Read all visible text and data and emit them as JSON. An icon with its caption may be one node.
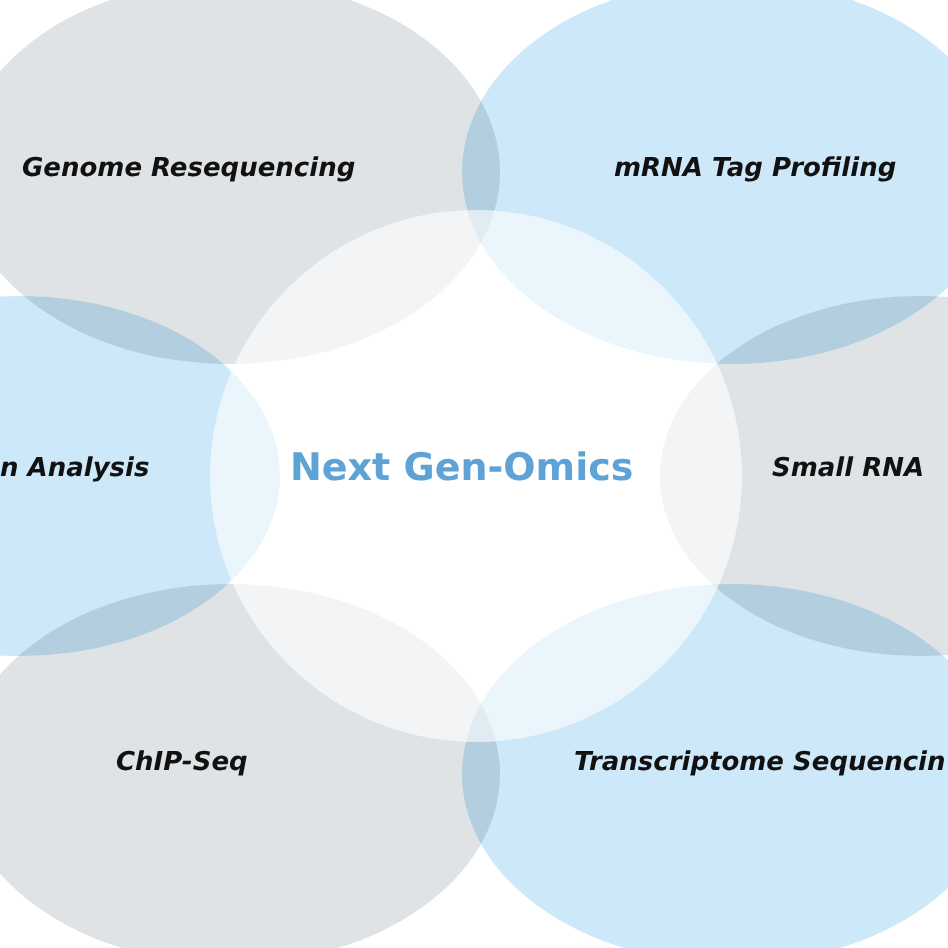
{
  "diagram": {
    "nodes": [
      {
        "text": [
          "Next Gen-Omics"
        ]
      },
      {
        "text": [
          "Genome Resequencing"
        ]
      },
      {
        "text": [
          "mRNA Tag Profiling"
        ]
      },
      {
        "text": [
          "n Analysis"
        ]
      },
      {
        "text": [
          "Small RNA"
        ]
      },
      {
        "text": [
          "ChIP-Seq"
        ]
      },
      {
        "text": [
          "Transcriptome Sequencin"
        ]
      }
    ]
  }
}
